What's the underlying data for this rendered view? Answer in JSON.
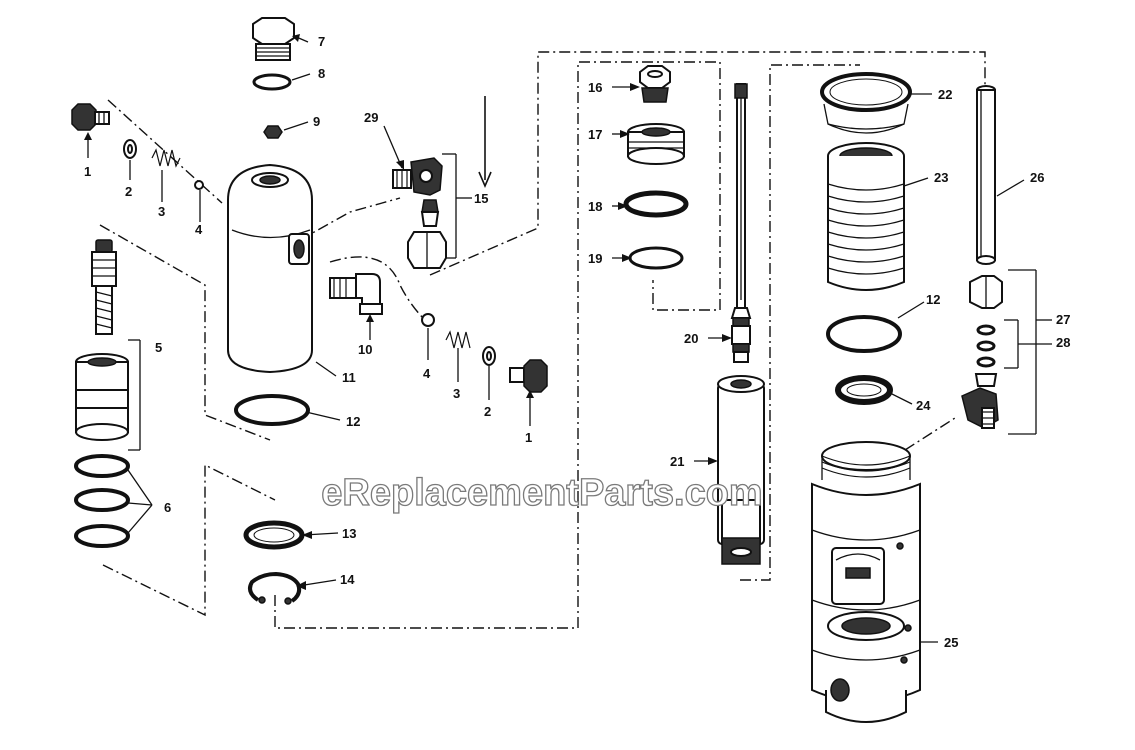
{
  "watermark": "eReplacementParts.com",
  "callouts": {
    "c1a": "1",
    "c2a": "2",
    "c3a": "3",
    "c4a": "4",
    "c5": "5",
    "c6": "6",
    "c7": "7",
    "c8": "8",
    "c9": "9",
    "c10": "10",
    "c11": "11",
    "c12a": "12",
    "c13": "13",
    "c14": "14",
    "c29": "29",
    "c15": "15",
    "c4b": "4",
    "c3b": "3",
    "c2b": "2",
    "c1b": "1",
    "c16": "16",
    "c17": "17",
    "c18": "18",
    "c19": "19",
    "c20": "20",
    "c21": "21",
    "c22": "22",
    "c23": "23",
    "c12b": "12",
    "c24": "24",
    "c25": "25",
    "c26": "26",
    "c27": "27",
    "c28": "28"
  }
}
